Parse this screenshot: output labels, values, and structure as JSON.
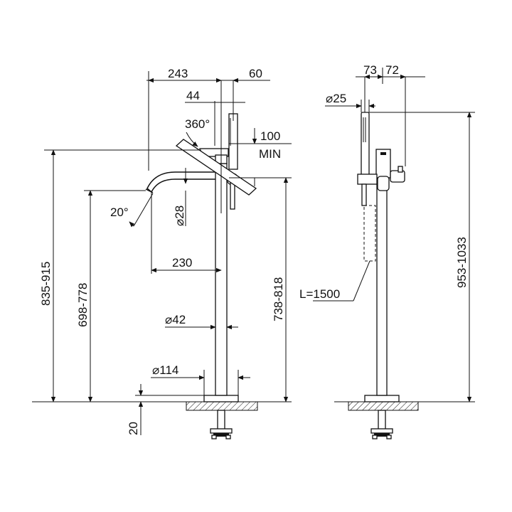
{
  "drawing": {
    "front_view": {
      "dim_top_spout_projection": "243",
      "dim_top_handle_offset": "60",
      "dim_top_lever_width": "44",
      "dim_lever_rotation": "360°",
      "dim_lever_clearance_value": "100",
      "dim_lever_clearance_unit": "MIN",
      "dim_spout_angle": "20°",
      "dim_spout_diameter": "28",
      "dim_spout_reach": "230",
      "dim_overall_height": "835-915",
      "dim_spout_outlet_height": "698-778",
      "dim_lever_height": "738-818",
      "dim_column_diameter": "42",
      "dim_base_diameter": "114",
      "dim_base_height": "20"
    },
    "side_view": {
      "dim_top_73": "73",
      "dim_top_72": "72",
      "dim_hand_shower_diameter": "25",
      "dim_hose_length": "L=1500",
      "dim_side_height": "953-1033"
    },
    "diameter_symbol": "⌀"
  }
}
